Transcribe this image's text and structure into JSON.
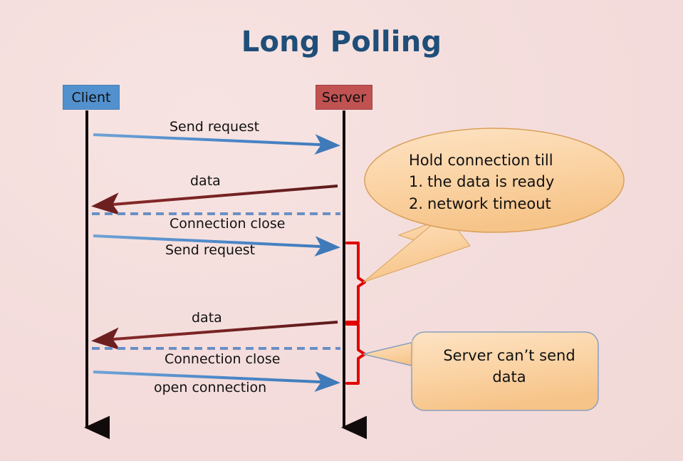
{
  "title": "Long Polling",
  "colors": {
    "background": "#f4dedd",
    "title": "#1f4e79",
    "client_box": "#5291ce",
    "server_box": "#c05252",
    "request_arrow": "#4a86c8",
    "data_arrow": "#7b2424",
    "dashed_line": "#6a8fc4",
    "brace": "#e00000",
    "callout_fill": "#fbd5a8",
    "lifeline": "#120b0b"
  },
  "actors": [
    {
      "id": "client",
      "label": "Client"
    },
    {
      "id": "server",
      "label": "Server"
    }
  ],
  "messages": [
    {
      "id": "m1",
      "label": "Send request",
      "kind": "request"
    },
    {
      "id": "m2",
      "label": "data",
      "kind": "data"
    },
    {
      "id": "m3",
      "label": "Connection close",
      "kind": "close"
    },
    {
      "id": "m4",
      "label": "Send request",
      "kind": "request"
    },
    {
      "id": "m5",
      "label": "data",
      "kind": "data"
    },
    {
      "id": "m6",
      "label": "Connection close",
      "kind": "close"
    },
    {
      "id": "m7",
      "label": "open connection",
      "kind": "request"
    }
  ],
  "callouts": {
    "hold": {
      "heading": "Hold connection till",
      "items": [
        {
          "num": "1.",
          "text": "the data is ready"
        },
        {
          "num": "2.",
          "text": "network timeout"
        }
      ]
    },
    "no_send": {
      "text": "Server can’t send data"
    }
  }
}
